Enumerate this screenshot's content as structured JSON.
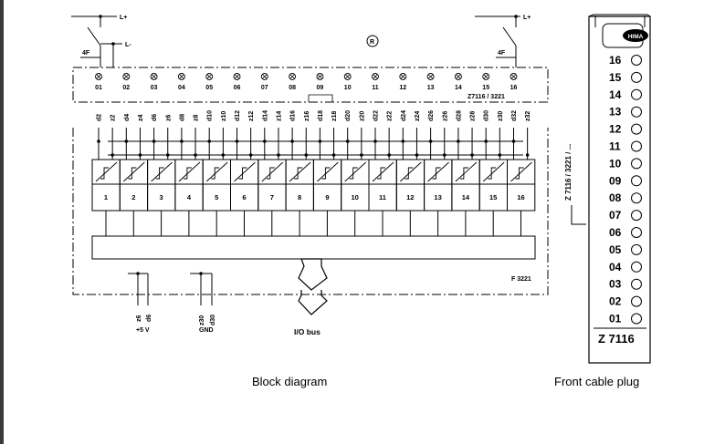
{
  "supply": {
    "lplus": "L+",
    "lminus": "L-",
    "fuse_left": "4F",
    "fuse_right": "4F",
    "r_symbol": "R"
  },
  "led_numbers": [
    "01",
    "02",
    "03",
    "04",
    "05",
    "06",
    "07",
    "08",
    "09",
    "10",
    "11",
    "12",
    "13",
    "14",
    "15",
    "16"
  ],
  "model_label": "Z7116 / 3221",
  "terminals": [
    "d2",
    "z2",
    "d4",
    "z4",
    "d6",
    "z6",
    "d8",
    "z8",
    "d10",
    "z10",
    "d12",
    "z12",
    "d14",
    "z14",
    "d16",
    "z16",
    "d18",
    "z18",
    "d20",
    "z20",
    "d22",
    "z22",
    "d24",
    "z24",
    "d26",
    "z26",
    "d28",
    "z28",
    "d30",
    "z30",
    "d32",
    "z32"
  ],
  "channels": [
    "1",
    "2",
    "3",
    "4",
    "5",
    "6",
    "7",
    "8",
    "9",
    "10",
    "11",
    "12",
    "13",
    "14",
    "15",
    "16"
  ],
  "module_label": "F 3221",
  "power": {
    "plus5v_pins": [
      "z6",
      "d6"
    ],
    "plus5v": "+5 V",
    "gnd_pins": [
      "z30",
      "d30"
    ],
    "gnd": "GND"
  },
  "io_bus": "I/O bus",
  "side_label": "Z 7116 / 3221 / ...",
  "captions": {
    "block": "Block diagram",
    "plug": "Front cable plug"
  },
  "plug": {
    "brand": "HIMA",
    "pins": [
      "16",
      "15",
      "14",
      "13",
      "12",
      "11",
      "10",
      "09",
      "08",
      "07",
      "06",
      "05",
      "04",
      "03",
      "02",
      "01"
    ],
    "model": "Z 7116"
  }
}
